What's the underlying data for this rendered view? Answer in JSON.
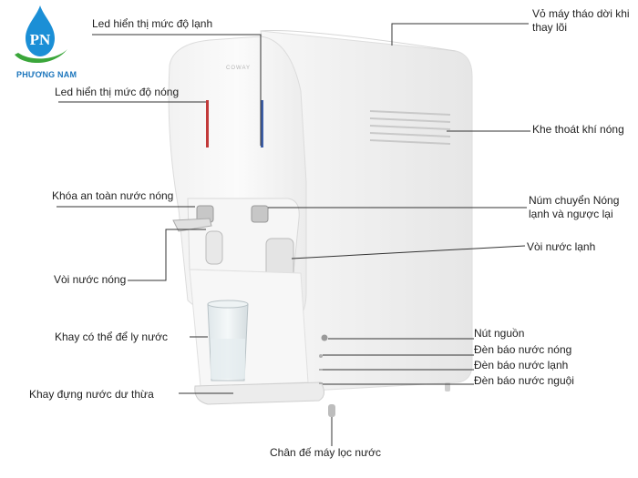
{
  "logo": {
    "initials": "PN",
    "brand": "PHƯƠNG NAM",
    "colors": {
      "drop": "#1b8fd6",
      "leaf": "#3aa63a",
      "text": "#1b75bc"
    }
  },
  "machine": {
    "front_brand": "COWAY"
  },
  "labels": {
    "led_cold": "Led hiển thị mức độ lạnh",
    "led_hot": "Led hiển thị mức độ nóng",
    "hot_lock": "Khóa an toàn nước nóng",
    "hot_tap": "Vòi nước nóng",
    "cup_tray": "Khay có thể để ly nước",
    "drip_tray": "Khay đựng nước dư thừa",
    "base": "Chân đế máy lọc nước",
    "shell": "Vỏ máy tháo dời khi thay lõi",
    "vent": "Khe thoát khí nóng",
    "switch": "Núm chuyển Nóng lạnh và ngược lại",
    "cold_tap": "Vòi nước lạnh",
    "power": "Nút nguồn",
    "hot_light": "Đèn báo nước nóng",
    "cold_light": "Đèn báo nước lạnh",
    "cool_light": "Đèn báo nước nguội"
  }
}
